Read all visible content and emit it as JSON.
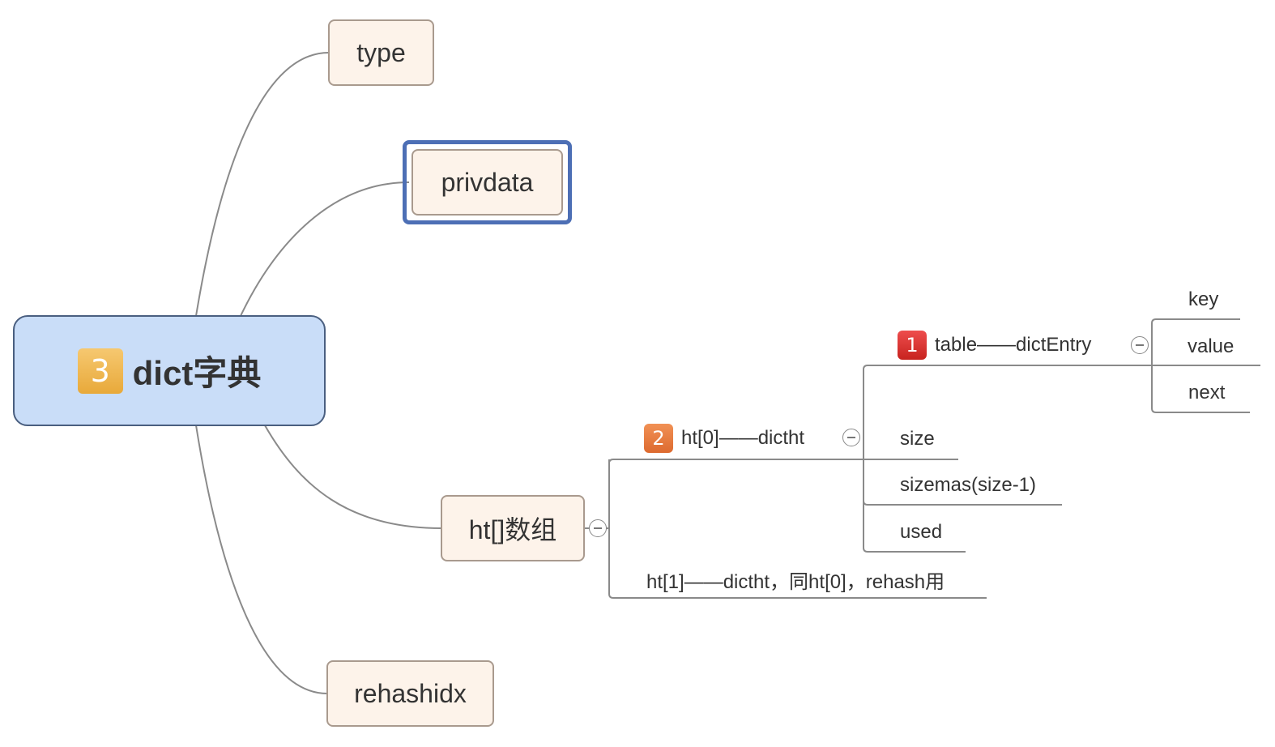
{
  "root": {
    "badge": "3",
    "label": "dict字典"
  },
  "topics": {
    "type": "type",
    "privdata": "privdata",
    "ht": "ht[]数组",
    "rehashidx": "rehashidx"
  },
  "ht_children": {
    "ht0": {
      "badge": "2",
      "label": "ht[0]——dictht"
    },
    "ht1": {
      "label": "ht[1]——dictht，同ht[0]，rehash用"
    }
  },
  "ht0_children": {
    "table": {
      "badge": "1",
      "label": "table——dictEntry"
    },
    "size": "size",
    "sizemas": "sizemas(size-1)",
    "used": "used"
  },
  "table_children": {
    "key": "key",
    "value": "value",
    "next": "next"
  },
  "colors": {
    "root_fill": "#c9ddf8",
    "topic_fill": "#fdf3ea",
    "selection_border": "#4d6fb5",
    "badge_1": "#d9302c",
    "badge_2": "#e8793f",
    "badge_3": "#efb54f",
    "line": "#8a8a8a"
  }
}
